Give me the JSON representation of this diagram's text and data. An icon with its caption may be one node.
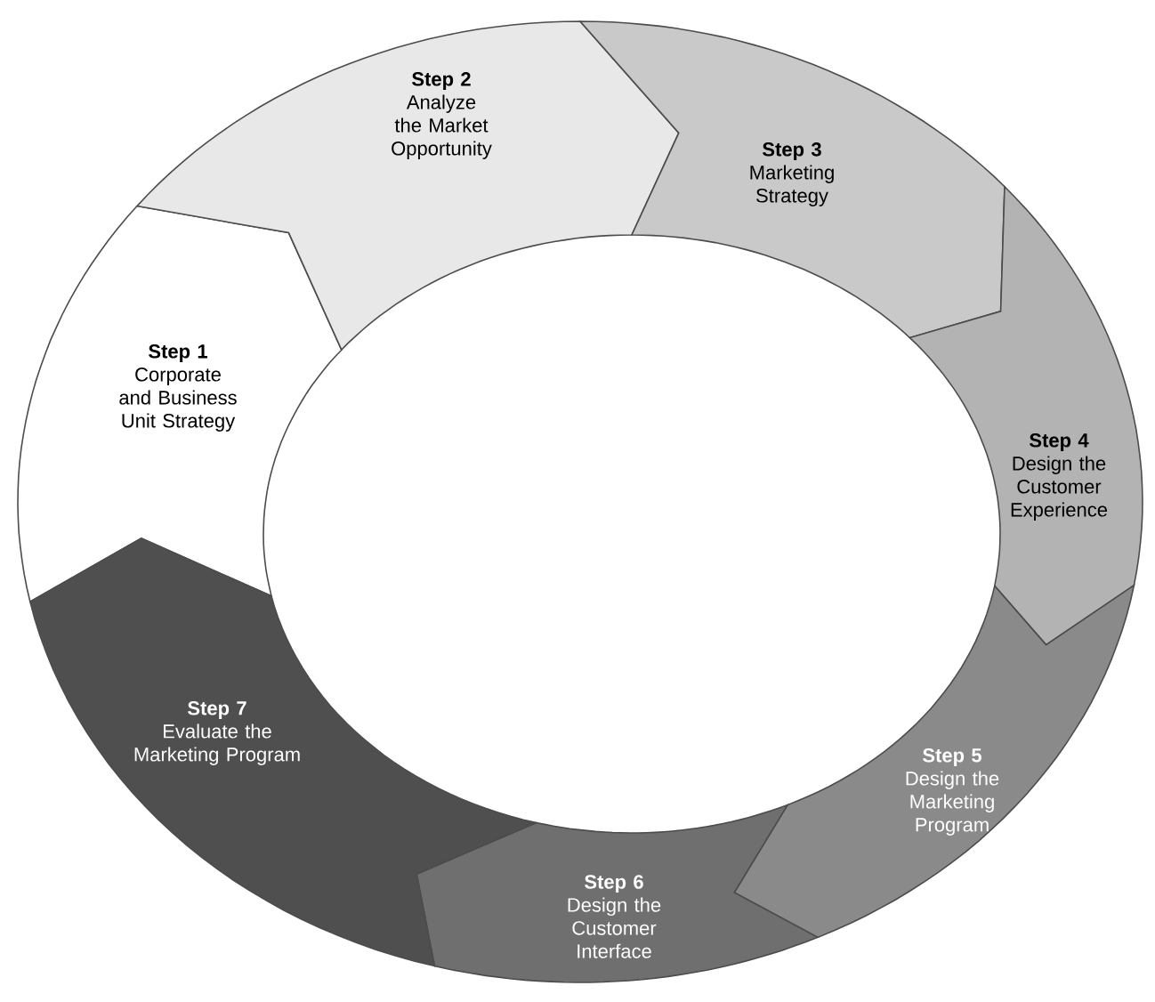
{
  "diagram": {
    "nodes": [
      {
        "text": [
          "Step 1",
          "Corporate and Business Unit Strategy"
        ]
      },
      {
        "text": [
          "Step 2",
          "Analyze the Market Opportunity"
        ]
      },
      {
        "text": [
          "Step 3",
          "Marketing Strategy"
        ]
      },
      {
        "text": [
          "Step 4",
          "Design the Customer Experience"
        ]
      },
      {
        "text": [
          "Step 5",
          "Design the Marketing Program"
        ]
      },
      {
        "text": [
          "Step 6",
          "Design the Customer Interface"
        ]
      },
      {
        "text": [
          "Step 7",
          "Evaluate the Marketing Program"
        ]
      }
    ]
  }
}
